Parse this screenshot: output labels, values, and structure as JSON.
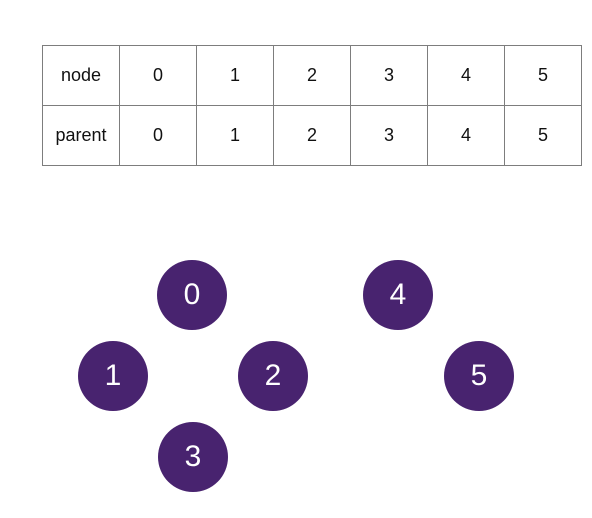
{
  "table": {
    "rows": [
      {
        "label": "node",
        "values": [
          "0",
          "1",
          "2",
          "3",
          "4",
          "5"
        ]
      },
      {
        "label": "parent",
        "values": [
          "0",
          "1",
          "2",
          "3",
          "4",
          "5"
        ]
      }
    ]
  },
  "nodes": [
    {
      "label": "0"
    },
    {
      "label": "1"
    },
    {
      "label": "2"
    },
    {
      "label": "3"
    },
    {
      "label": "4"
    },
    {
      "label": "5"
    }
  ],
  "colors": {
    "node_fill": "#48236f",
    "node_text": "#ffffff",
    "table_border": "#7d7d7d"
  }
}
